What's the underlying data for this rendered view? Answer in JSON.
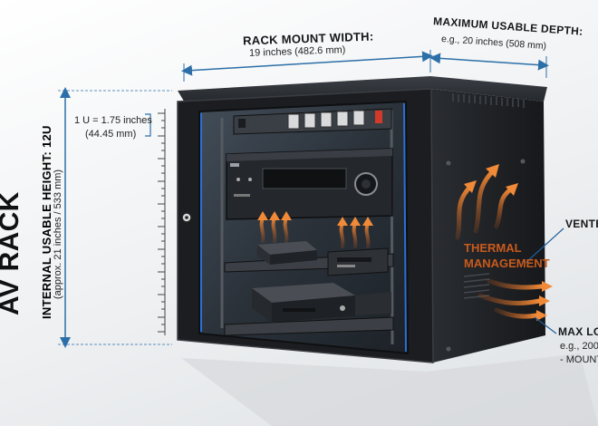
{
  "title_partial": "AV RACK",
  "width_label": {
    "heading": "RACK MOUNT WIDTH:",
    "value": "19 inches (482.6 mm)"
  },
  "depth_label": {
    "heading": "MAXIMUM USABLE DEPTH:",
    "value": "e.g., 20 inches (508 mm)"
  },
  "rack_unit_label": {
    "line1": "1 U = 1.75 inches",
    "line2": "(44.45 mm)"
  },
  "height_label": {
    "heading": "INTERNAL USABLE HEIGHT: 12U",
    "value": "(approx. 21 inches / 533 mm)"
  },
  "thermal_label": {
    "line1": "THERMAL",
    "line2": "MANAGEMENT"
  },
  "vented_label": "VENTE",
  "max_load_label": {
    "line1": "MAX LOA",
    "line2": "e.g., 200",
    "line3": "- MOUNT"
  },
  "colors": {
    "cabinet": "#1e2023",
    "cabinet_edge": "#3a3d42",
    "glass": "#3b4550",
    "accent_blue": "#2a6fd6",
    "dimension_line": "#2c6fa8",
    "arrow_orange": "#e07a2e",
    "power_red": "#d43a2a"
  }
}
